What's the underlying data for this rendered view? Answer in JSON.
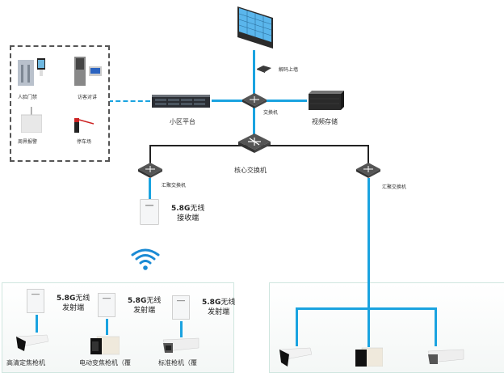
{
  "top": {
    "video_wall_label": "",
    "decoder_label": "解码上墙"
  },
  "core": {
    "switch_top_label": "交换机",
    "platform_label": "小区平台",
    "storage_label": "视频存储",
    "core_switch_label": "核心交换机"
  },
  "subsystems": {
    "items": [
      {
        "label": "人脸门禁"
      },
      {
        "label": "访客对讲"
      },
      {
        "label": "周界报警"
      },
      {
        "label": "停车场"
      }
    ]
  },
  "left_branch": {
    "agg_switch_label": "汇聚交换机",
    "receiver_line1": "5.8G",
    "receiver_line1_cn": "无线",
    "receiver_line2": "接收端",
    "wifi_icon": "wifi-icon",
    "transmitters": [
      {
        "line1": "5.8G",
        "line1_cn": "无线",
        "line2": "发射端",
        "camera": "高清定焦枪机"
      },
      {
        "line1": "5.8G",
        "line1_cn": "无线",
        "line2": "发射端",
        "camera": "电动变焦枪机（覆"
      },
      {
        "line1": "5.8G",
        "line1_cn": "无线",
        "line2": "发射端",
        "camera": "标准枪机（覆"
      }
    ]
  },
  "right_branch": {
    "agg_switch_label": "汇聚交换机",
    "cameras": [
      {
        "name": "bullet-camera-1"
      },
      {
        "name": "bullet-camera-2"
      },
      {
        "name": "bullet-camera-3"
      }
    ]
  },
  "colors": {
    "blue_wire": "#1aa3e0",
    "black_wire": "#222222",
    "panel_border": "#cfe6df"
  }
}
